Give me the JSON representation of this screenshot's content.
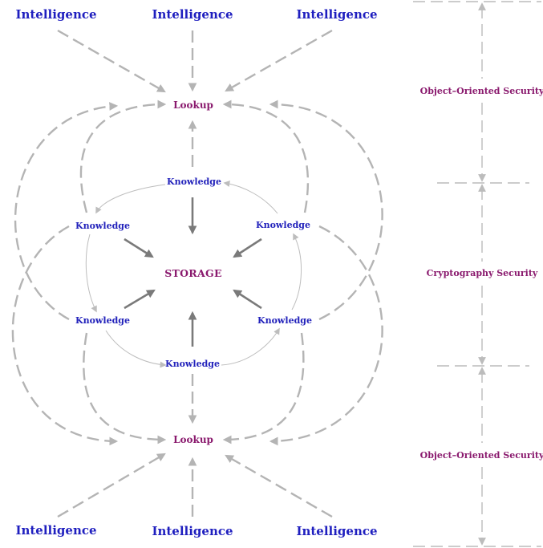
{
  "nodes": {
    "intelligence_top": [
      "Intelligence",
      "Intelligence",
      "Intelligence"
    ],
    "intelligence_bottom": [
      "Intelligence",
      "Intelligence",
      "Intelligence"
    ],
    "lookup_top": "Lookup",
    "lookup_bottom": "Lookup",
    "storage": "STORAGE",
    "knowledge": [
      "Knowledge",
      "Knowledge",
      "Knowledge",
      "Knowledge",
      "Knowledge",
      "Knowledge"
    ]
  },
  "security_labels": {
    "top": "Object–Oriented Security",
    "middle": "Cryptography Security",
    "bottom": "Object–Oriented Security"
  },
  "colors": {
    "intelligence": "#1f1fbf",
    "knowledge": "#2222bb",
    "lookup_storage_security": "#8a1a6e",
    "dashed_arrow": "#b4b4b4",
    "solid_arrow": "#7a7a7a"
  }
}
